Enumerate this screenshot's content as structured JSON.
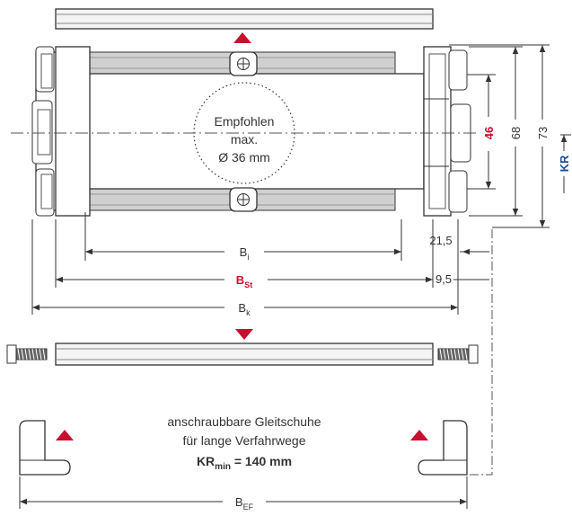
{
  "dimensions": {
    "bi": {
      "base": "B",
      "sub": "i"
    },
    "bst": {
      "base": "B",
      "sub": "St"
    },
    "bk": {
      "base": "B",
      "sub": "k"
    },
    "bef": {
      "base": "B",
      "sub": "EF"
    },
    "d21_5": "21,5",
    "d9_5": "9,5",
    "h46": "46",
    "h68": "68",
    "h73": "73",
    "kr": "KR"
  },
  "circle_note": {
    "line1": "Empfohlen",
    "line2": "max.",
    "line3": "Ø 36 mm"
  },
  "glide_note": {
    "line1": "anschraubbare Gleitschuhe",
    "line2": "für lange Verfahrwege",
    "kr_base": "KR",
    "kr_sub": "min",
    "kr_value": " = 140 mm"
  },
  "colors": {
    "red": "#c8102e",
    "blue": "#1f4e9c",
    "line": "#333333",
    "gray": "#d0d0d0"
  }
}
